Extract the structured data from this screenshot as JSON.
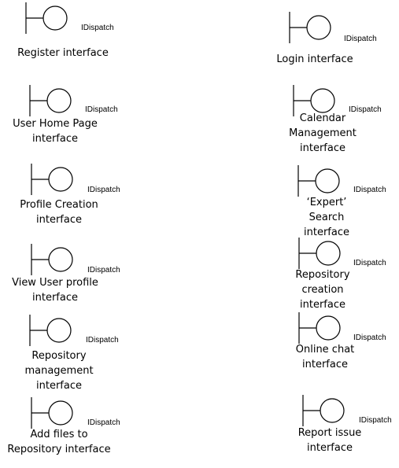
{
  "diagram": {
    "interfaces": [
      {
        "label": "Register interface",
        "tag": "IDispatch"
      },
      {
        "label": "User Home Page\ninterface",
        "tag": "IDispatch"
      },
      {
        "label": "Profile Creation\ninterface",
        "tag": "IDispatch"
      },
      {
        "label": "View User profile\ninterface",
        "tag": "IDispatch"
      },
      {
        "label": "Repository\nmanagement\ninterface",
        "tag": "IDispatch"
      },
      {
        "label": "Add files to\nRepository interface",
        "tag": "IDispatch"
      },
      {
        "label": "Login interface",
        "tag": "IDispatch"
      },
      {
        "label": "Calendar\nManagement\ninterface",
        "tag": "IDispatch"
      },
      {
        "label": "‘Expert’ Search\ninterface",
        "tag": "IDispatch"
      },
      {
        "label": "Repository creation\ninterface",
        "tag": "IDispatch"
      },
      {
        "label": "Online chat\ninterface",
        "tag": "IDispatch"
      },
      {
        "label": "Report issue\ninterface",
        "tag": "IDispatch"
      }
    ]
  }
}
